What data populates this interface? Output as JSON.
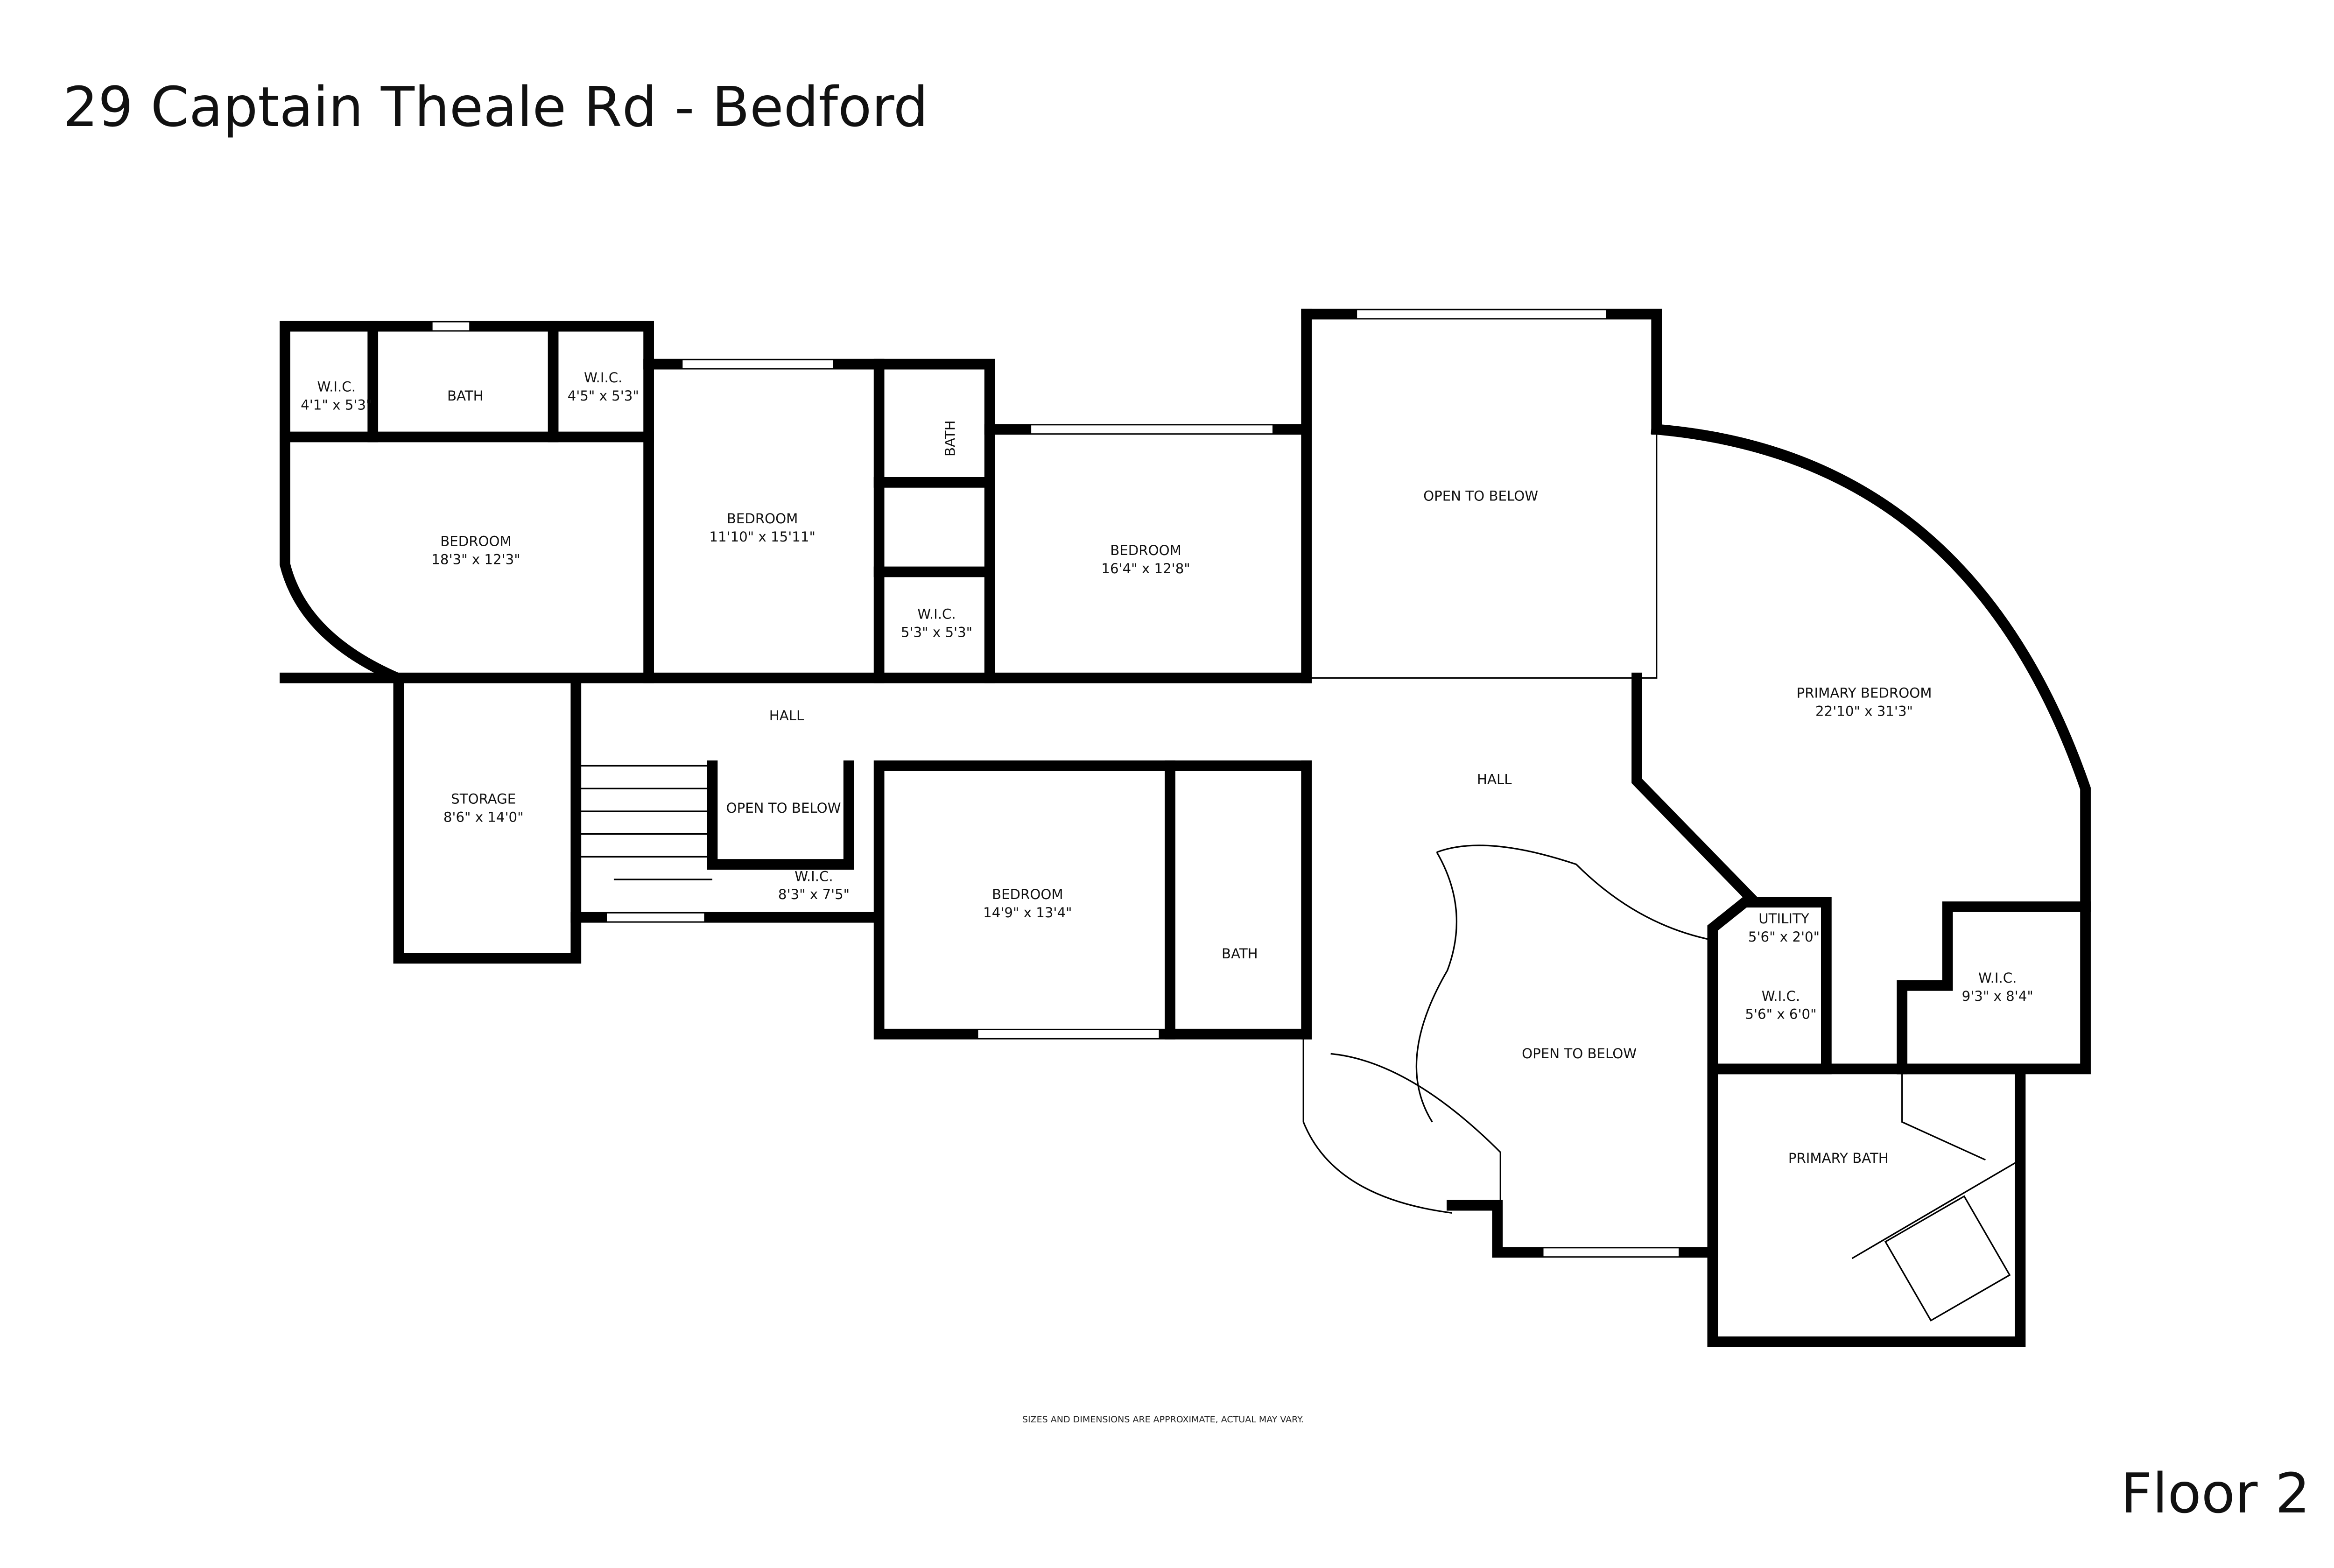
{
  "title": "29 Captain Theale Rd - Bedford",
  "floor_label": "Floor 2",
  "disclaimer": "SIZES AND DIMENSIONS ARE APPROXIMATE, ACTUAL MAY VARY.",
  "rooms": [
    {
      "name": "W.I.C.",
      "size": "4'1\" x 5'3\""
    },
    {
      "name": "BATH",
      "size": ""
    },
    {
      "name": "W.I.C.",
      "size": "4'5\" x 5'3\""
    },
    {
      "name": "BEDROOM",
      "size": "18'3\" x 12'3\""
    },
    {
      "name": "BEDROOM",
      "size": "11'10\" x 15'11\""
    },
    {
      "name": "BATH",
      "size": ""
    },
    {
      "name": "W.I.C.",
      "size": "5'3\" x 5'3\""
    },
    {
      "name": "BEDROOM",
      "size": "16'4\" x 12'8\""
    },
    {
      "name": "OPEN TO BELOW",
      "size": ""
    },
    {
      "name": "PRIMARY BEDROOM",
      "size": "22'10\" x 31'3\""
    },
    {
      "name": "HALL",
      "size": ""
    },
    {
      "name": "HALL",
      "size": ""
    },
    {
      "name": "STORAGE",
      "size": "8'6\" x 14'0\""
    },
    {
      "name": "OPEN TO BELOW",
      "size": ""
    },
    {
      "name": "W.I.C.",
      "size": "8'3\" x 7'5\""
    },
    {
      "name": "BEDROOM",
      "size": "14'9\" x 13'4\""
    },
    {
      "name": "BATH",
      "size": ""
    },
    {
      "name": "UTILITY",
      "size": "5'6\" x 2'0\""
    },
    {
      "name": "W.I.C.",
      "size": "5'6\" x 6'0\""
    },
    {
      "name": "W.I.C.",
      "size": "9'3\" x 8'4\""
    },
    {
      "name": "OPEN TO BELOW",
      "size": ""
    },
    {
      "name": "PRIMARY BATH",
      "size": ""
    }
  ]
}
